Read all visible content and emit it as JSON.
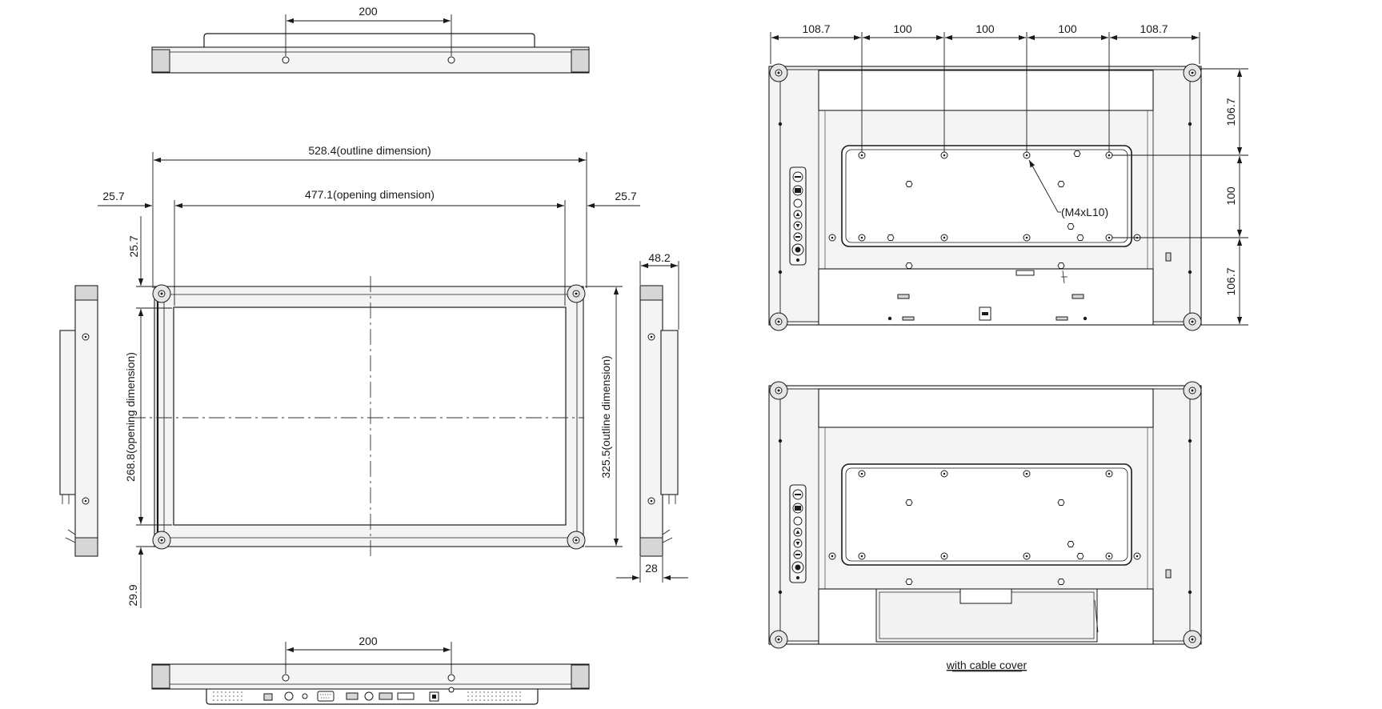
{
  "dimensions": {
    "top_view_spacing": "200",
    "outline_width": "528.4(outline dimension)",
    "opening_width": "477.1(opening dimension)",
    "left_bezel": "25.7",
    "right_bezel": "25.7",
    "top_bezel": "25.7",
    "opening_height": "268.8(opening dimension)",
    "outline_height": "325.5(outline dimension)",
    "bottom_bezel": "29.9",
    "total_depth": "48.2",
    "body_depth": "28",
    "bottom_view_spacing": "200",
    "rear_spacing_left": "108.7",
    "rear_spacing_1": "100",
    "rear_spacing_2": "100",
    "rear_spacing_3": "100",
    "rear_spacing_right": "108.7",
    "rear_v_top": "106.7",
    "rear_v_mid": "100",
    "rear_v_bottom": "106.7",
    "screw_spec": "(M4xL10)"
  },
  "captions": {
    "cable_cover": "with cable cover"
  }
}
